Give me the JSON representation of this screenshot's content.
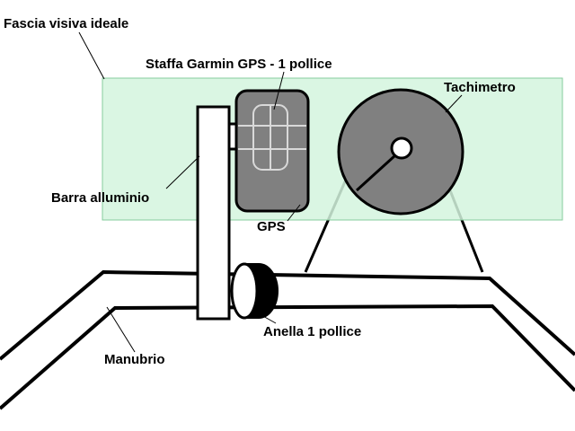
{
  "labels": {
    "viewing_band": "Fascia visiva ideale",
    "garmin_bracket": "Staffa Garmin GPS - 1 pollice",
    "speedometer": "Tachimetro",
    "aluminum_bar": "Barra alluminio",
    "gps": "GPS",
    "ring": "Anella 1 pollice",
    "handlebar": "Manubrio"
  },
  "colors": {
    "band_fill": "#d3f5de",
    "band_stroke": "#86cc9c",
    "device_fill": "#808080",
    "gps_mount_outline": "#d9d9d9",
    "line": "#000000",
    "background": "#ffffff"
  }
}
